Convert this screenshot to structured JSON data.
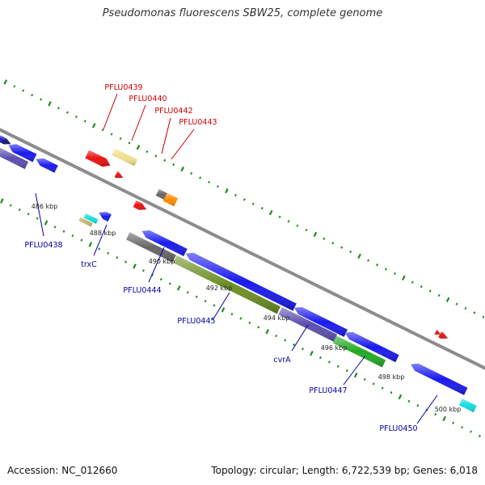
{
  "title": "Pseudomonas fluorescens SBW25, complete genome",
  "footer": {
    "accession": "Accession: NC_012660",
    "summary": "Topology: circular; Length: 6,722,539 bp; Genes: 6,018"
  },
  "colors": {
    "backbone": "#8c8c8c",
    "minor_tick": "#1f8a1f",
    "label_forward": "#cc0000",
    "label_reverse": "#0000aa",
    "gene_blue": "#1a1aee",
    "gene_red": "#ee1111",
    "gene_orange": "#ff8c00",
    "gene_gray": "#666666",
    "gene_olive": "#6b8e23",
    "gene_slate": "#5a4fb0",
    "gene_green": "#22aa22",
    "gene_cyan": "#11dddd",
    "gene_tan": "#c8b46a",
    "gene_khaki": "#eee08c",
    "gene_navy": "#14147a"
  },
  "ticks": [
    "486 kbp",
    "488 kbp",
    "490 kbp",
    "492 kbp",
    "494 kbp",
    "496 kbp",
    "498 kbp",
    "500 kbp"
  ],
  "labels_forward": [
    "PFLU0439",
    "PFLU0440",
    "PFLU0442",
    "PFLU0443"
  ],
  "labels_reverse": [
    "PFLU0438",
    "trxC",
    "PFLU0444",
    "PFLU0445",
    "cvrA",
    "PFLU0447",
    "PFLU0450"
  ]
}
